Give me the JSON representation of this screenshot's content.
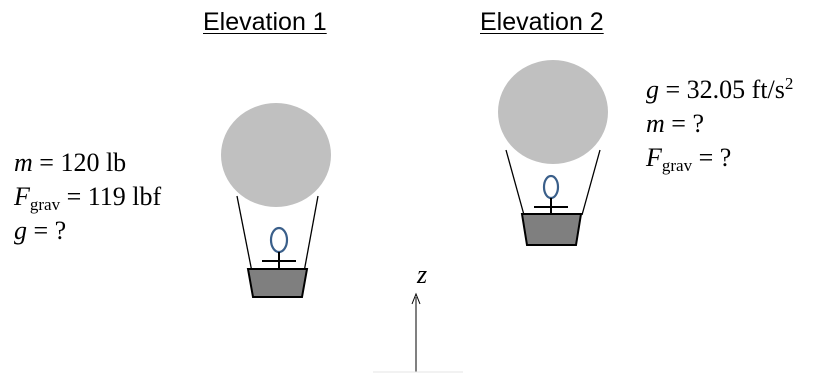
{
  "elevation1": {
    "heading": "Elevation 1",
    "mass_symbol": "m",
    "mass_value": "= 120 lb",
    "force_symbol": "F",
    "force_subscript": "grav",
    "force_value": "= 119 lbf",
    "g_symbol": "g",
    "g_value": "= ?"
  },
  "elevation2": {
    "heading": "Elevation 2",
    "g_symbol": "g",
    "g_value": "= 32.05 ft/s",
    "g_exponent": "2",
    "mass_symbol": "m",
    "mass_value": "= ?",
    "force_symbol": "F",
    "force_subscript": "grav",
    "force_value": "= ?"
  },
  "axis": {
    "label": "z"
  },
  "colors": {
    "balloon": "#c0c0c0",
    "basket": "#7f7f7f",
    "person_head": "#3a5f8a",
    "lines": "#000000"
  }
}
